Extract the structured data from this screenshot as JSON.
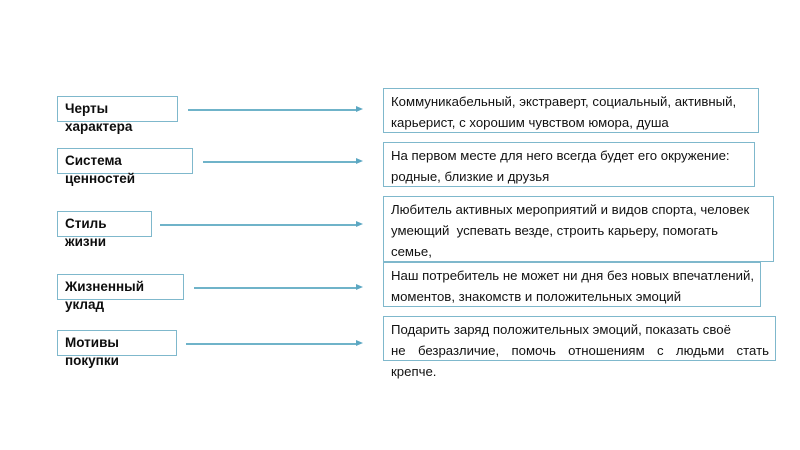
{
  "slide": {
    "background": "#ffffff",
    "accent_color": "#7fb8cc",
    "arrow_color": "#5ba7c2",
    "text_color": "#111111"
  },
  "categories": [
    {
      "id": "traits",
      "label": "Черты\nхарактера"
    },
    {
      "id": "values",
      "label": "Система\nценностей"
    },
    {
      "id": "lifestyle",
      "label": "Стиль\nжизни"
    },
    {
      "id": "lifeorder",
      "label": "Жизненный\nуклад"
    },
    {
      "id": "motives",
      "label": "Мотивы\nпокупки"
    }
  ],
  "descriptions": [
    {
      "id": "traits-desc",
      "lines": [
        "Коммуникабельный, экстраверт, социальный, активный,",
        "карьерист, с хорошим чувством юмора, душа"
      ]
    },
    {
      "id": "values-desc",
      "lines": [
        "На первом месте для него всегда будет его окружение:",
        "родные, близкие и друзья"
      ]
    },
    {
      "id": "lifestyle-desc",
      "lines": [
        "Любитель активных мероприятий и видов спорта, человек",
        "умеющий  успевать везде, строить карьеру, помогать",
        "семье,"
      ]
    },
    {
      "id": "lifeorder-desc",
      "lines": [
        "Наш потребитель не может ни дня без новых впечатлений,",
        "моментов, знакомств и положительных эмоций"
      ]
    },
    {
      "id": "motives-desc",
      "lines": [
        "Подарить заряд положительных эмоций, показать своё",
        "не безразличие, помочь отношениям с людьми стать",
        "крепче."
      ]
    }
  ],
  "connectors": [
    {
      "id": "arrow-traits",
      "icon": "arrow-right-icon"
    },
    {
      "id": "arrow-values",
      "icon": "arrow-right-icon"
    },
    {
      "id": "arrow-lifestyle",
      "icon": "arrow-right-icon"
    },
    {
      "id": "arrow-lifeorder",
      "icon": "arrow-right-icon"
    },
    {
      "id": "arrow-motives",
      "icon": "arrow-right-icon"
    }
  ]
}
